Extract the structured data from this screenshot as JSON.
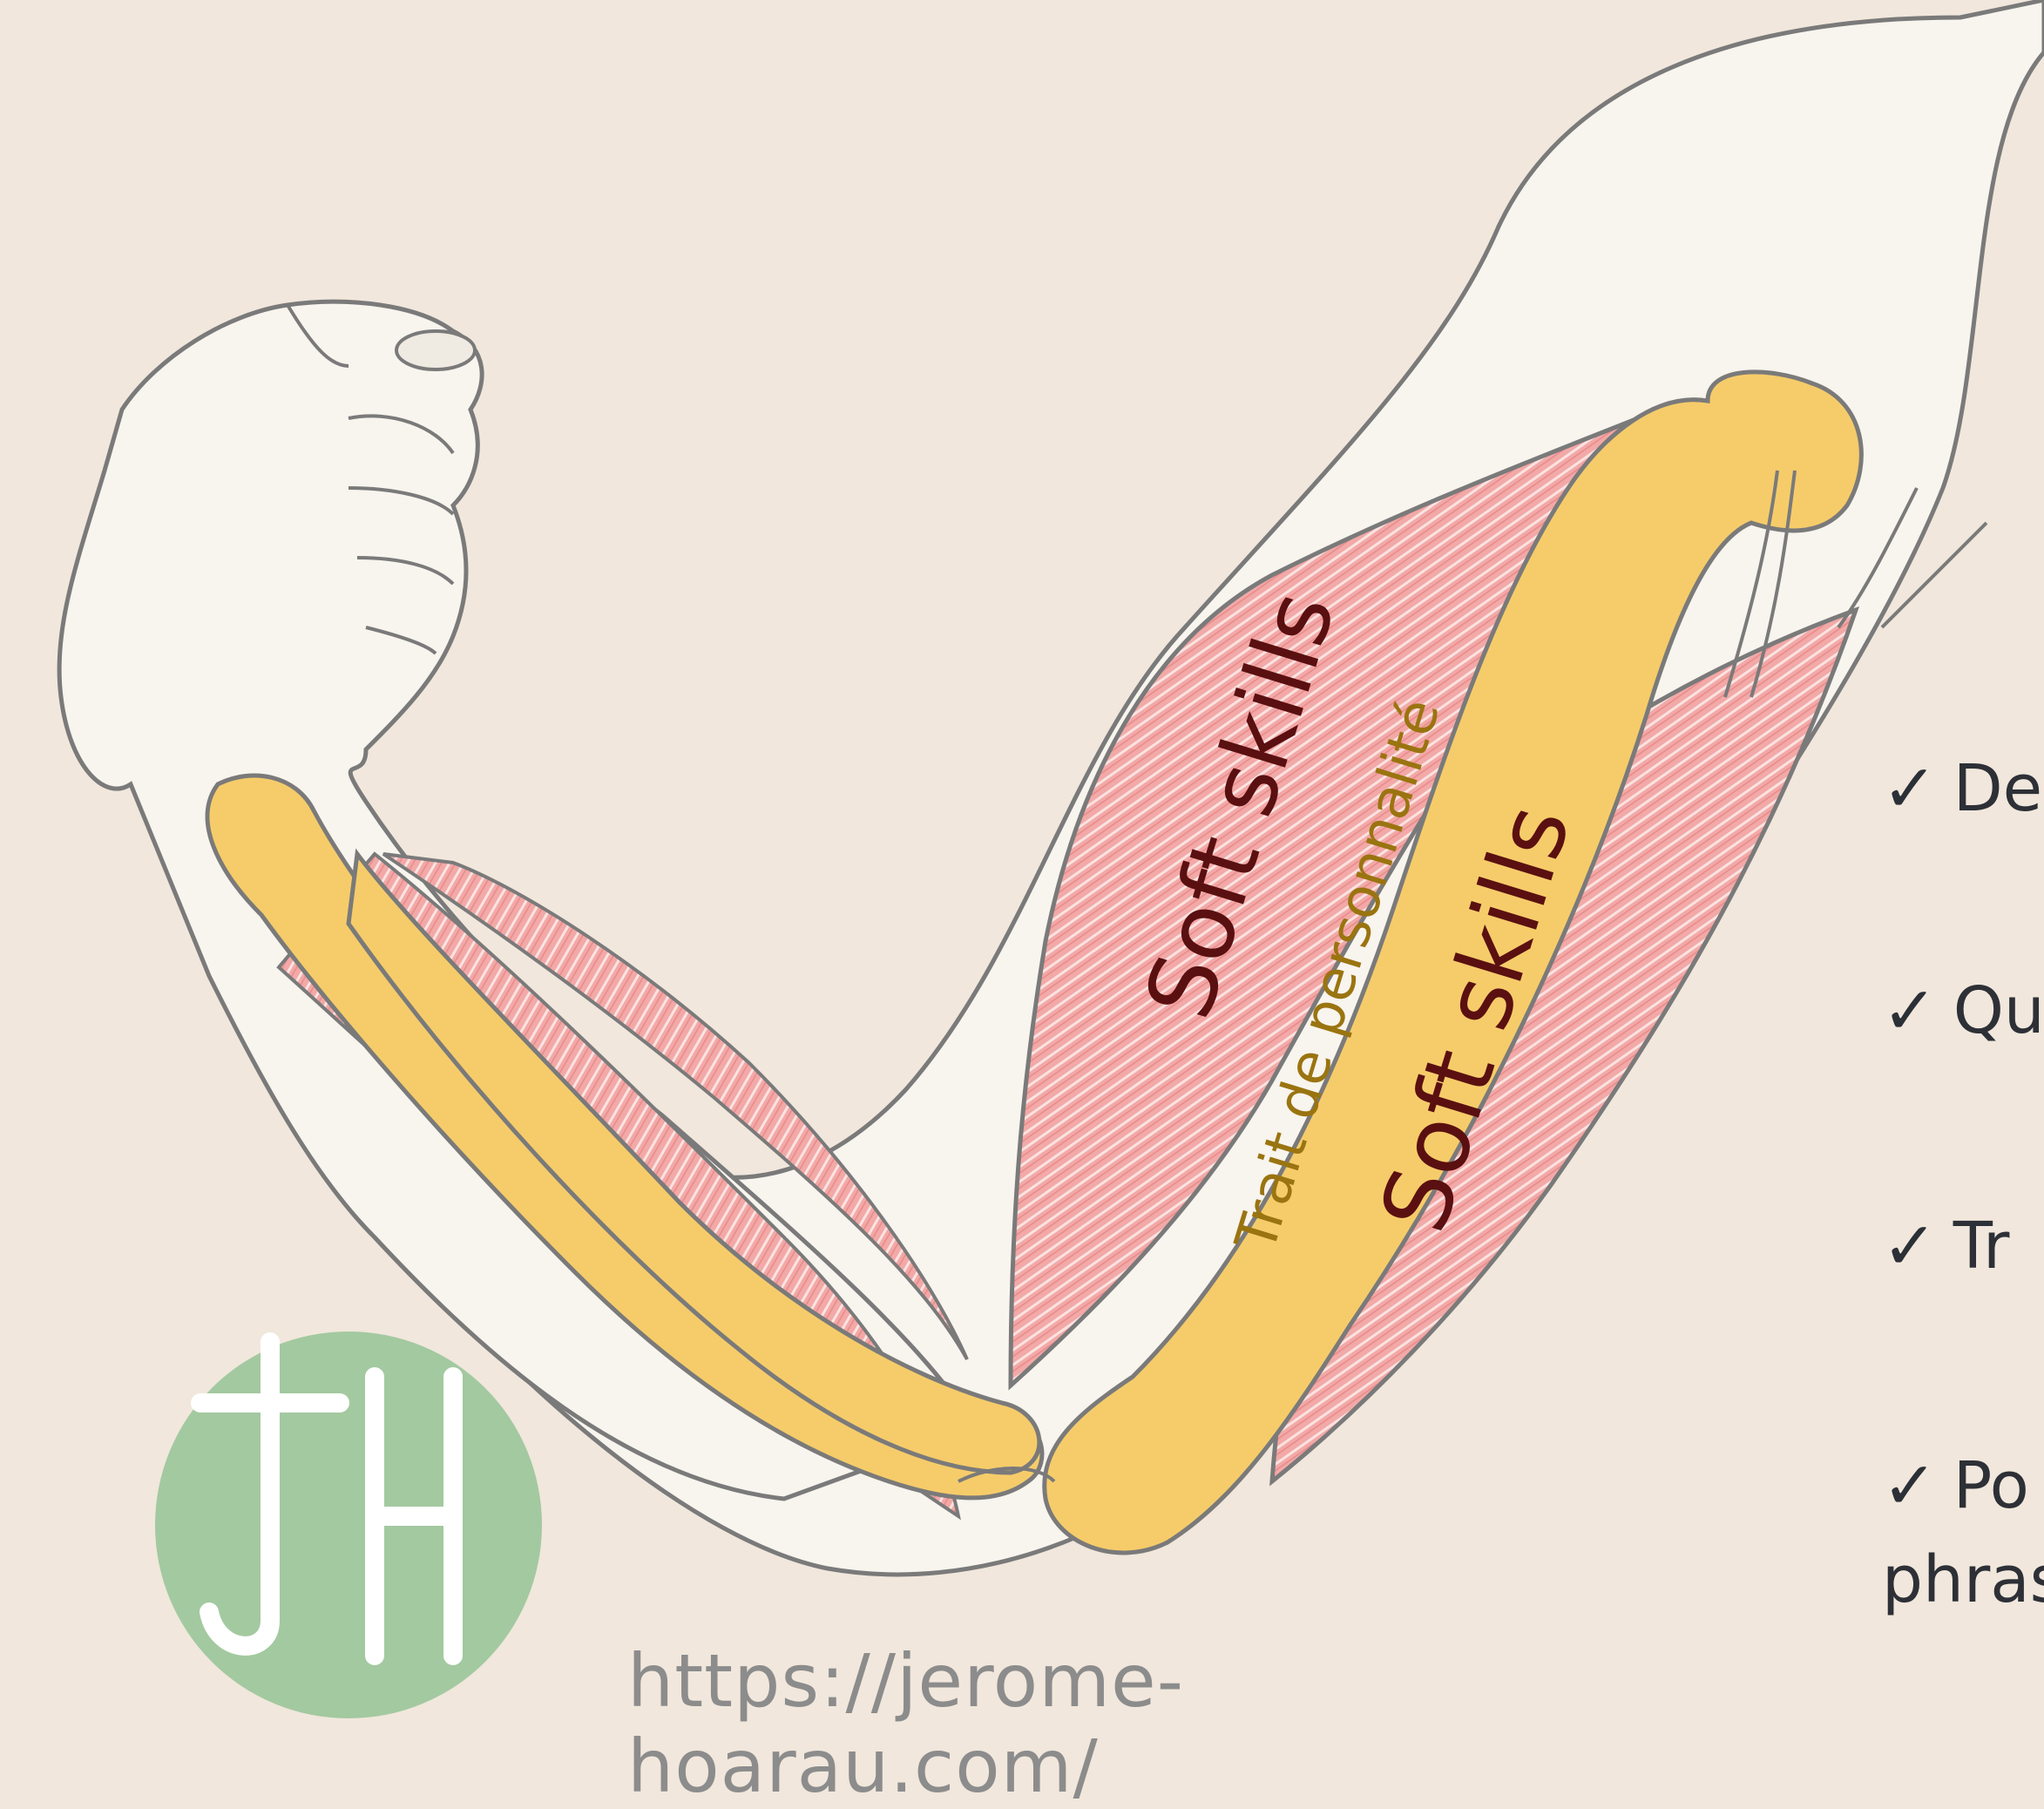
{
  "labels": {
    "muscle_upper": "Soft skills",
    "muscle_lower": "Soft skills",
    "bone": "Trait de personnalité"
  },
  "logo": {
    "text": "JH",
    "color": "#a3c9a0"
  },
  "checklist": {
    "items": [
      {
        "icon": "check-icon",
        "text": "De"
      },
      {
        "icon": "check-icon",
        "text": "Qu"
      },
      {
        "icon": "check-icon",
        "text": "Tr"
      },
      {
        "icon": "check-icon",
        "text": "Po",
        "continuation": "phras"
      }
    ]
  },
  "url": "https://jerome-hoarau.com/",
  "colors": {
    "background": "#f1e7dc",
    "skin": "#f8f4ee",
    "outline": "#7a7a7a",
    "bone": "#f6cc6a",
    "muscle": "#f2a8a6",
    "muscle_text": "#5a1010",
    "bone_text": "#9a7410"
  }
}
